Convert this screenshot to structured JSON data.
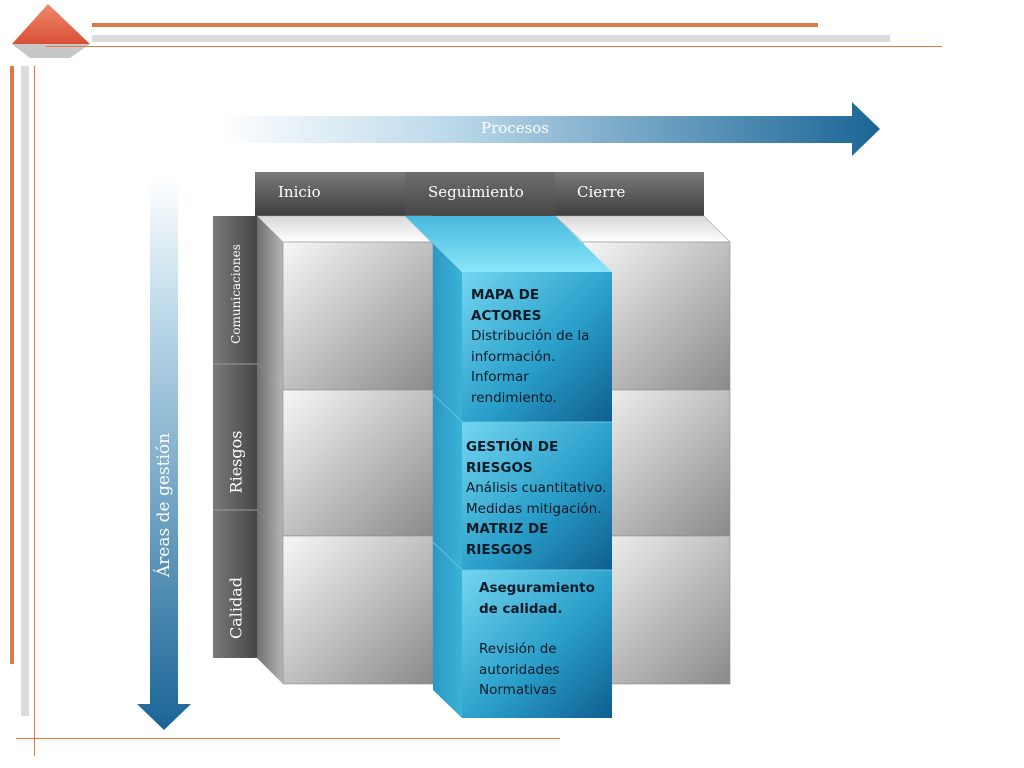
{
  "processes_label": "Procesos",
  "areas_label": "Áreas de gestión",
  "columns": [
    "Inicio",
    "Seguimiento",
    "Cierre"
  ],
  "rows": [
    "Comunicaciones",
    "Riesgos",
    "Calidad"
  ],
  "cells": {
    "comunicaciones": {
      "title": "MAPA DE ACTORES",
      "lines": [
        "Distribución de la",
        "información.",
        "Informar",
        "rendimiento."
      ]
    },
    "riesgos": {
      "title_lines": [
        "GESTIÓN DE",
        "RIESGOS"
      ],
      "lines": [
        "Análisis cuantitativo.",
        "Medidas mitigación."
      ],
      "footer": "MATRIZ DE RIESGOS"
    },
    "calidad": {
      "title_lines": [
        "Aseguramiento",
        "de calidad."
      ],
      "lines": [
        "Revisión de",
        "autoridades",
        "Normativas"
      ]
    }
  },
  "colors": {
    "accent_orange": "#e07b47",
    "arrow_blue": "#1f6e9c",
    "highlight_blue": "#3aa6cc",
    "header_gray": "#4f4f4f"
  }
}
